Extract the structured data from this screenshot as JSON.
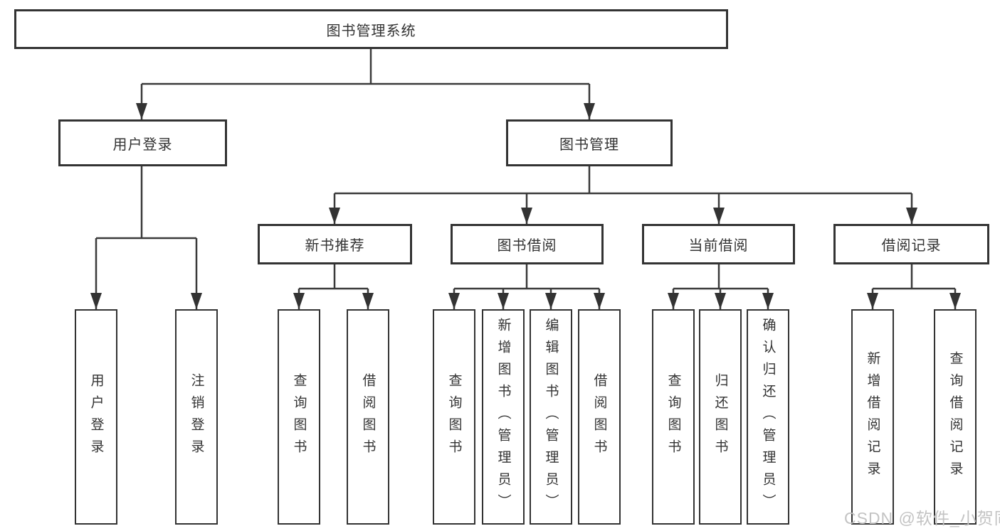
{
  "watermark": "CSDN @软件_小贺同学",
  "diagram": {
    "root": "图书管理系统",
    "branches": [
      {
        "label": "用户登录",
        "children": [
          "用户登录",
          "注销登录"
        ]
      },
      {
        "label": "图书管理",
        "modules": [
          {
            "label": "新书推荐",
            "children": [
              "查询图书",
              "借阅图书"
            ]
          },
          {
            "label": "图书借阅",
            "children": [
              "查询图书",
              "新增图书（管理员）",
              "编辑图书（管理员）",
              "借阅图书"
            ]
          },
          {
            "label": "当前借阅",
            "children": [
              "查询图书",
              "归还图书",
              "确认归还（管理员）"
            ]
          },
          {
            "label": "借阅记录",
            "children": [
              "新增借阅记录",
              "查询借阅记录"
            ]
          }
        ]
      }
    ]
  },
  "colors": {
    "line": "#3a3a3a",
    "border": "#333333",
    "text": "#333333",
    "watermark": "#c3c3c3"
  }
}
